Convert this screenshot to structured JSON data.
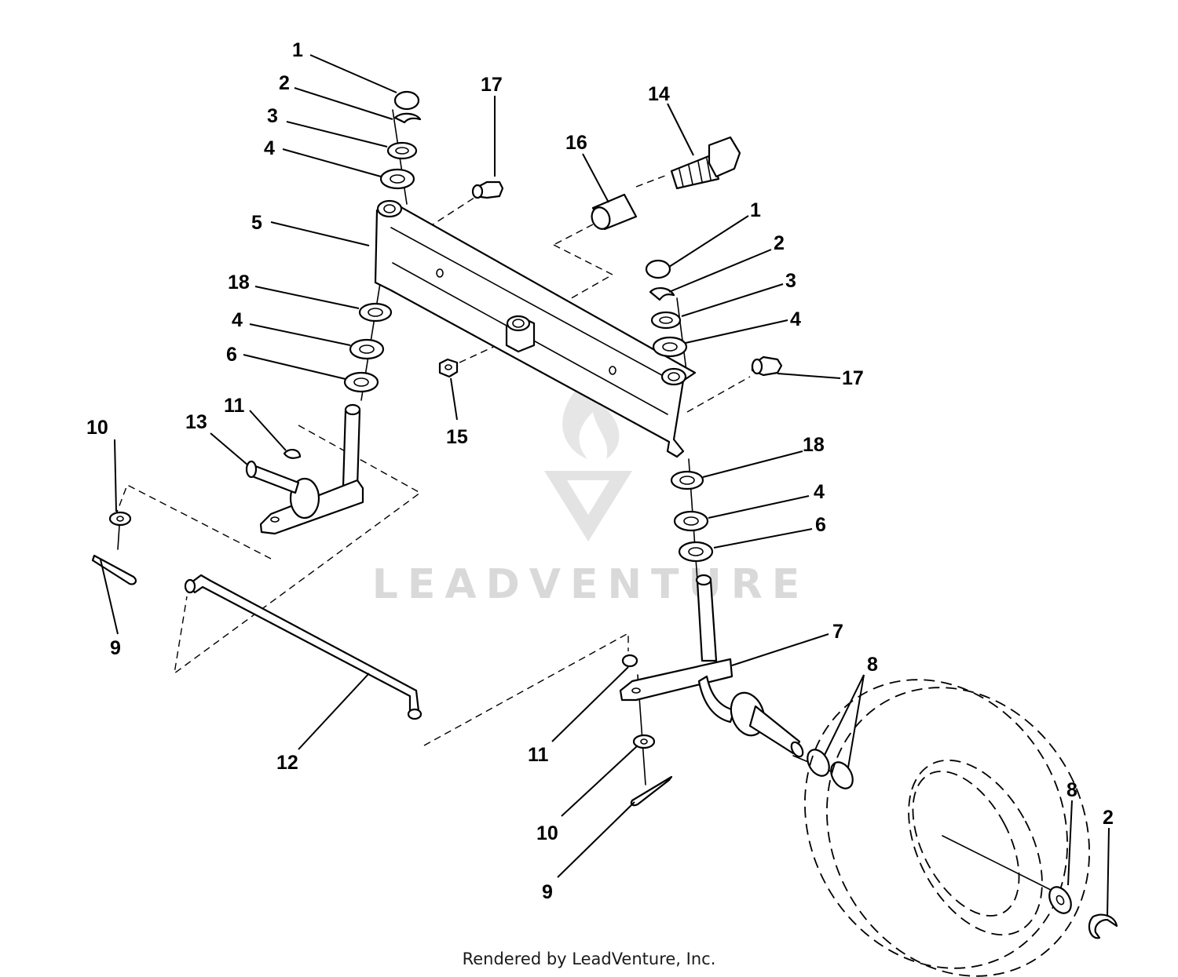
{
  "diagram": {
    "watermark": {
      "text": "LEADVENTURE"
    },
    "footer": "Rendered by LeadVenture, Inc.",
    "callouts": [
      {
        "id": "c01",
        "label": "1"
      },
      {
        "id": "c02",
        "label": "2"
      },
      {
        "id": "c03",
        "label": "3"
      },
      {
        "id": "c04",
        "label": "4"
      },
      {
        "id": "c05",
        "label": "5"
      },
      {
        "id": "c06",
        "label": "18"
      },
      {
        "id": "c07",
        "label": "4"
      },
      {
        "id": "c08",
        "label": "6"
      },
      {
        "id": "c09",
        "label": "17"
      },
      {
        "id": "c10",
        "label": "16"
      },
      {
        "id": "c11",
        "label": "14"
      },
      {
        "id": "c12",
        "label": "1"
      },
      {
        "id": "c13",
        "label": "2"
      },
      {
        "id": "c14",
        "label": "3"
      },
      {
        "id": "c15",
        "label": "4"
      },
      {
        "id": "c16",
        "label": "17"
      },
      {
        "id": "c17",
        "label": "15"
      },
      {
        "id": "c18",
        "label": "11"
      },
      {
        "id": "c19",
        "label": "13"
      },
      {
        "id": "c20",
        "label": "10"
      },
      {
        "id": "c21",
        "label": "9"
      },
      {
        "id": "c22",
        "label": "18"
      },
      {
        "id": "c23",
        "label": "4"
      },
      {
        "id": "c24",
        "label": "6"
      },
      {
        "id": "c25",
        "label": "7"
      },
      {
        "id": "c26",
        "label": "8"
      },
      {
        "id": "c27",
        "label": "12"
      },
      {
        "id": "c28",
        "label": "11"
      },
      {
        "id": "c29",
        "label": "10"
      },
      {
        "id": "c30",
        "label": "9"
      },
      {
        "id": "c31",
        "label": "8"
      },
      {
        "id": "c32",
        "label": "2"
      }
    ]
  }
}
